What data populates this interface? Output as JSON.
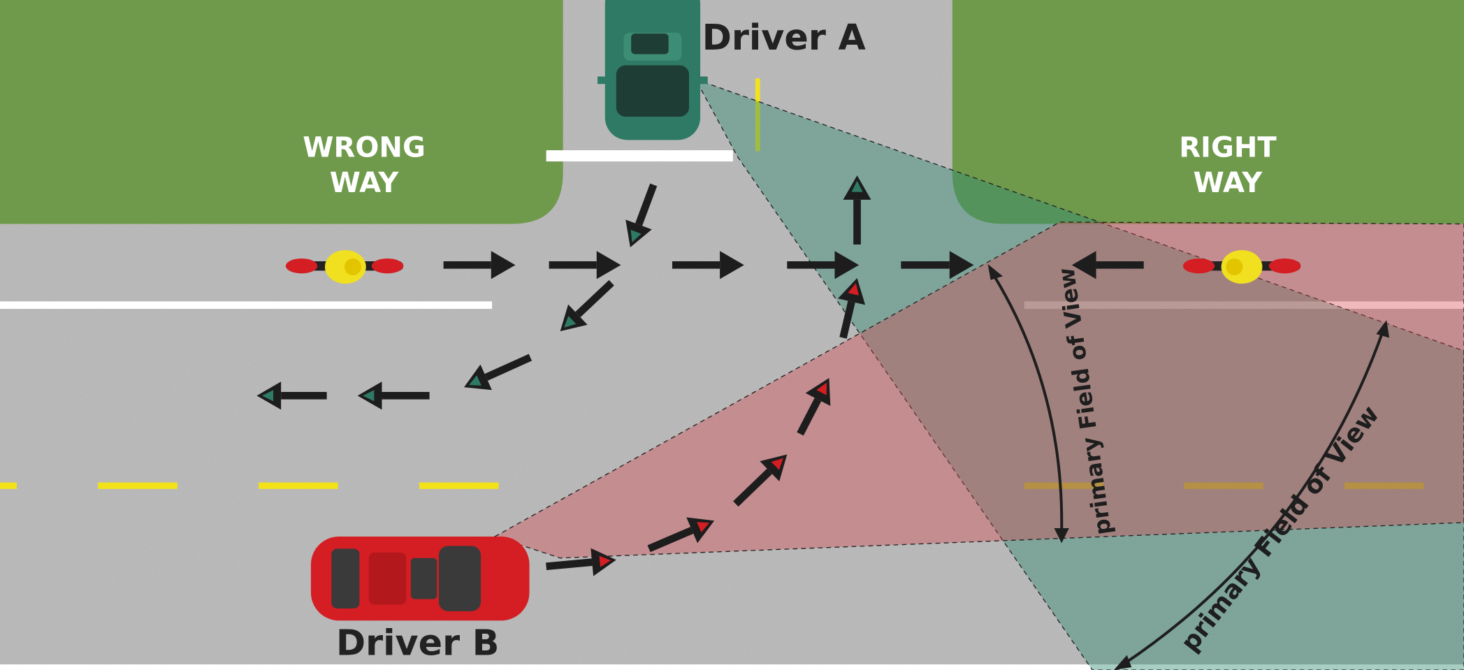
{
  "labels": {
    "driver_a": "Driver A",
    "driver_b": "Driver B",
    "wrong_way_line1": "WRONG",
    "wrong_way_line2": "WAY",
    "right_way_line1": "RIGHT",
    "right_way_line2": "WAY",
    "fov_a": "primary Field of View",
    "fov_b": "primary Field of View"
  },
  "colors": {
    "grass": "#6f9a4c",
    "road": "#b8b8b8",
    "driver_a_car": "#2f7a64",
    "driver_b_car": "#d41e23",
    "fov_a_fill": "#2f8a73",
    "fov_b_fill": "#d7464f",
    "lane_yellow": "#f3e21a",
    "arrow": "#1d1d1d"
  }
}
